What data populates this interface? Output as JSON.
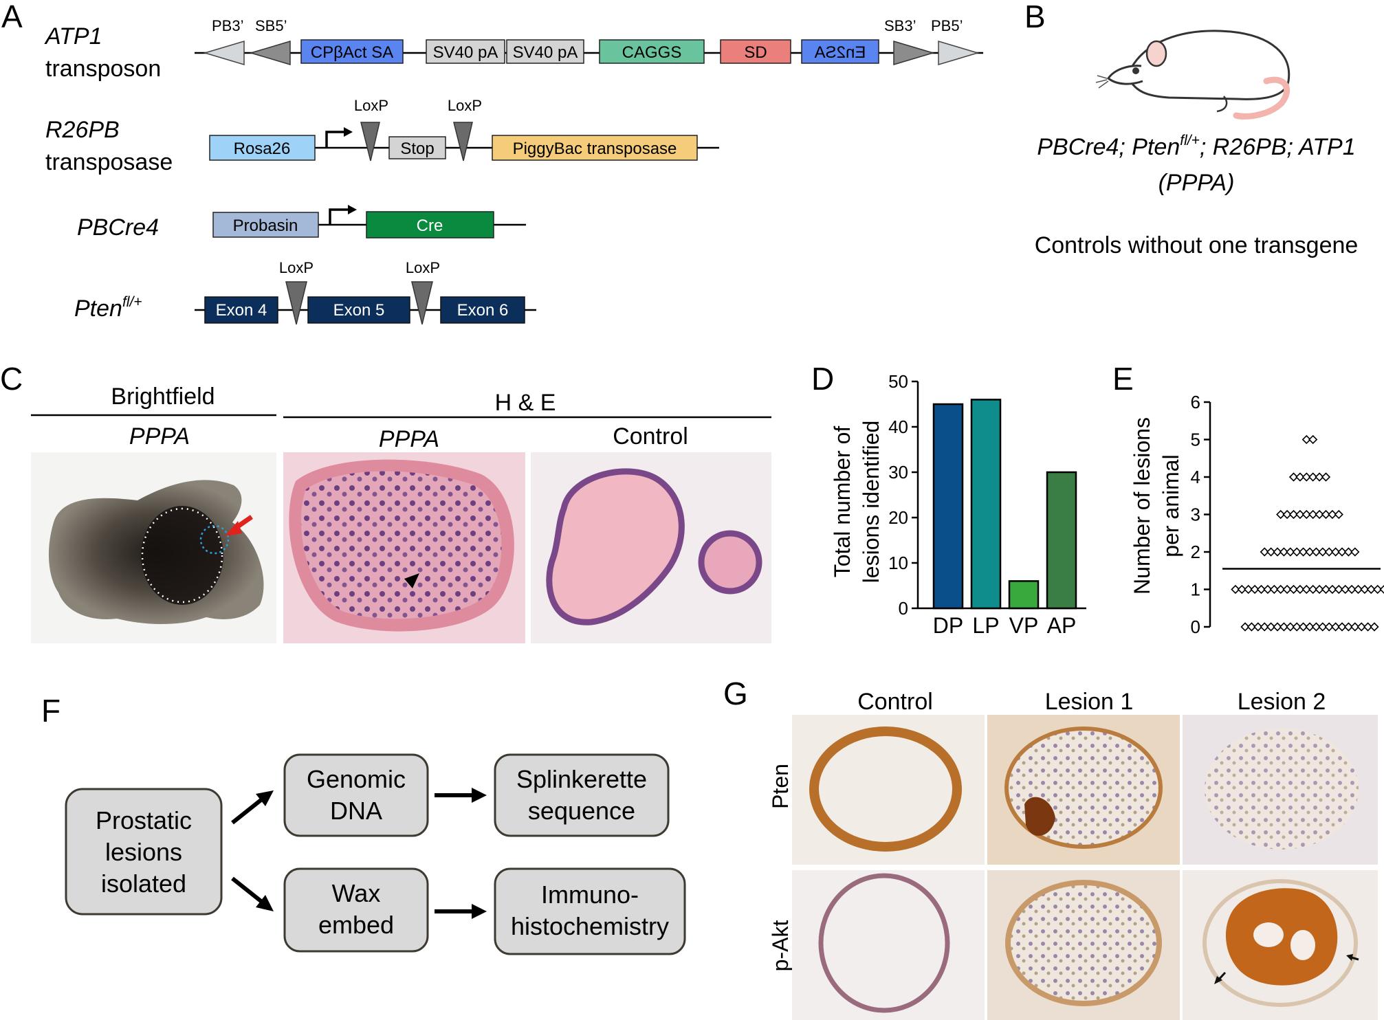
{
  "panel_letters": {
    "a": "A",
    "b": "B",
    "c": "C",
    "d": "D",
    "e": "E",
    "f": "F",
    "g": "G"
  },
  "panel_a": {
    "atp1": {
      "name": "ATP1",
      "sub": "transposon",
      "end_labels": [
        "PB3’",
        "SB5’",
        "SB3’",
        "PB5’"
      ],
      "elements": [
        "CPβAct SA",
        "SV40 pA",
        "SV40 pA",
        "CAGGS",
        "SD",
        "En2SA"
      ]
    },
    "r26pb": {
      "name": "R26PB",
      "sub": "transposase",
      "elements": [
        "Rosa26",
        "Stop",
        "PiggyBac transposase"
      ],
      "loxp": [
        "LoxP",
        "LoxP"
      ]
    },
    "pbcre4": {
      "name": "PBCre4",
      "elements": [
        "Probasin",
        "Cre"
      ]
    },
    "pten": {
      "name": "Pten",
      "sup": "fl/+",
      "elements": [
        "Exon 4",
        "Exon 5",
        "Exon 6"
      ],
      "loxp": [
        "LoxP",
        "LoxP"
      ]
    }
  },
  "panel_b": {
    "genotype_pre": "PBCre4; Pten",
    "genotype_sup": "fl/+",
    "genotype_post": "; R26PB; ATP1",
    "abbrev": "(PPPA)",
    "controls": "Controls without one transgene"
  },
  "panel_c": {
    "brightfield": "Brightfield",
    "he": "H & E",
    "pppa_1": "PPPA",
    "pppa_2": "PPPA",
    "control": "Control"
  },
  "panel_d": {
    "ylabel_line1": "Total number of",
    "ylabel_line2": "lesions identified",
    "ticks": [
      "0",
      "10",
      "20",
      "30",
      "40",
      "50"
    ]
  },
  "panel_e": {
    "ylabel_line1": "Number of lesions",
    "ylabel_line2": "per animal",
    "ticks": [
      "0",
      "1",
      "2",
      "3",
      "4",
      "5",
      "6"
    ]
  },
  "panel_f": {
    "start": [
      "Prostatic",
      "lesions",
      "isolated"
    ],
    "genomic": [
      "Genomic",
      "DNA"
    ],
    "splink": [
      "Splinkerette",
      "sequence"
    ],
    "wax": [
      "Wax",
      "embed"
    ],
    "ihc": [
      "Immuno-",
      "histochemistry"
    ]
  },
  "panel_g": {
    "cols": [
      "Control",
      "Lesion 1",
      "Lesion 2"
    ],
    "rows": [
      "Pten",
      "p-Akt"
    ]
  },
  "chart_data": [
    {
      "type": "bar",
      "categories": [
        "DP",
        "LP",
        "VP",
        "AP"
      ],
      "values": [
        45,
        46,
        6,
        30
      ],
      "colors": [
        "#0b4f8a",
        "#0f8c8c",
        "#39a93e",
        "#3a7d45"
      ],
      "ylim": [
        0,
        50
      ],
      "ylabel": "Total number of lesions identified"
    },
    {
      "type": "scatter",
      "ylabel": "Number of lesions per animal",
      "ylim": [
        0,
        6
      ],
      "counts_per_value": {
        "0": 21,
        "1": 24,
        "2": 15,
        "3": 10,
        "4": 6,
        "5": 2
      },
      "mean": 1.55
    }
  ]
}
